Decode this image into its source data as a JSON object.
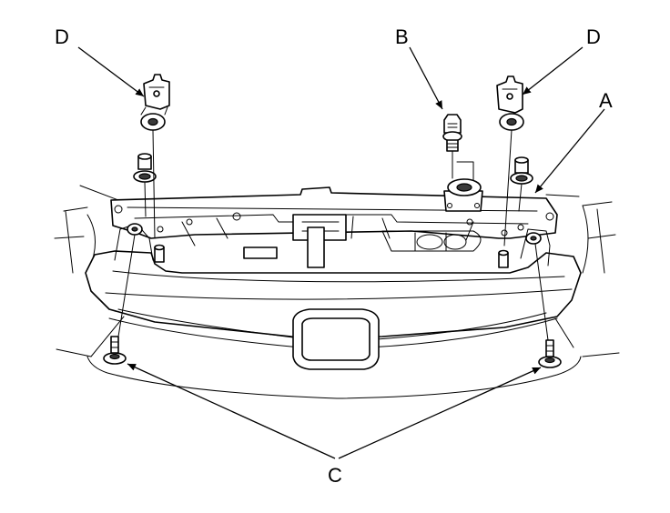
{
  "labels": {
    "a": "A",
    "b": "B",
    "c": "C",
    "d_left": "D",
    "d_right": "D"
  },
  "colors": {
    "line": "#000000",
    "background": "#ffffff",
    "shadow": "#3a3a3a"
  }
}
